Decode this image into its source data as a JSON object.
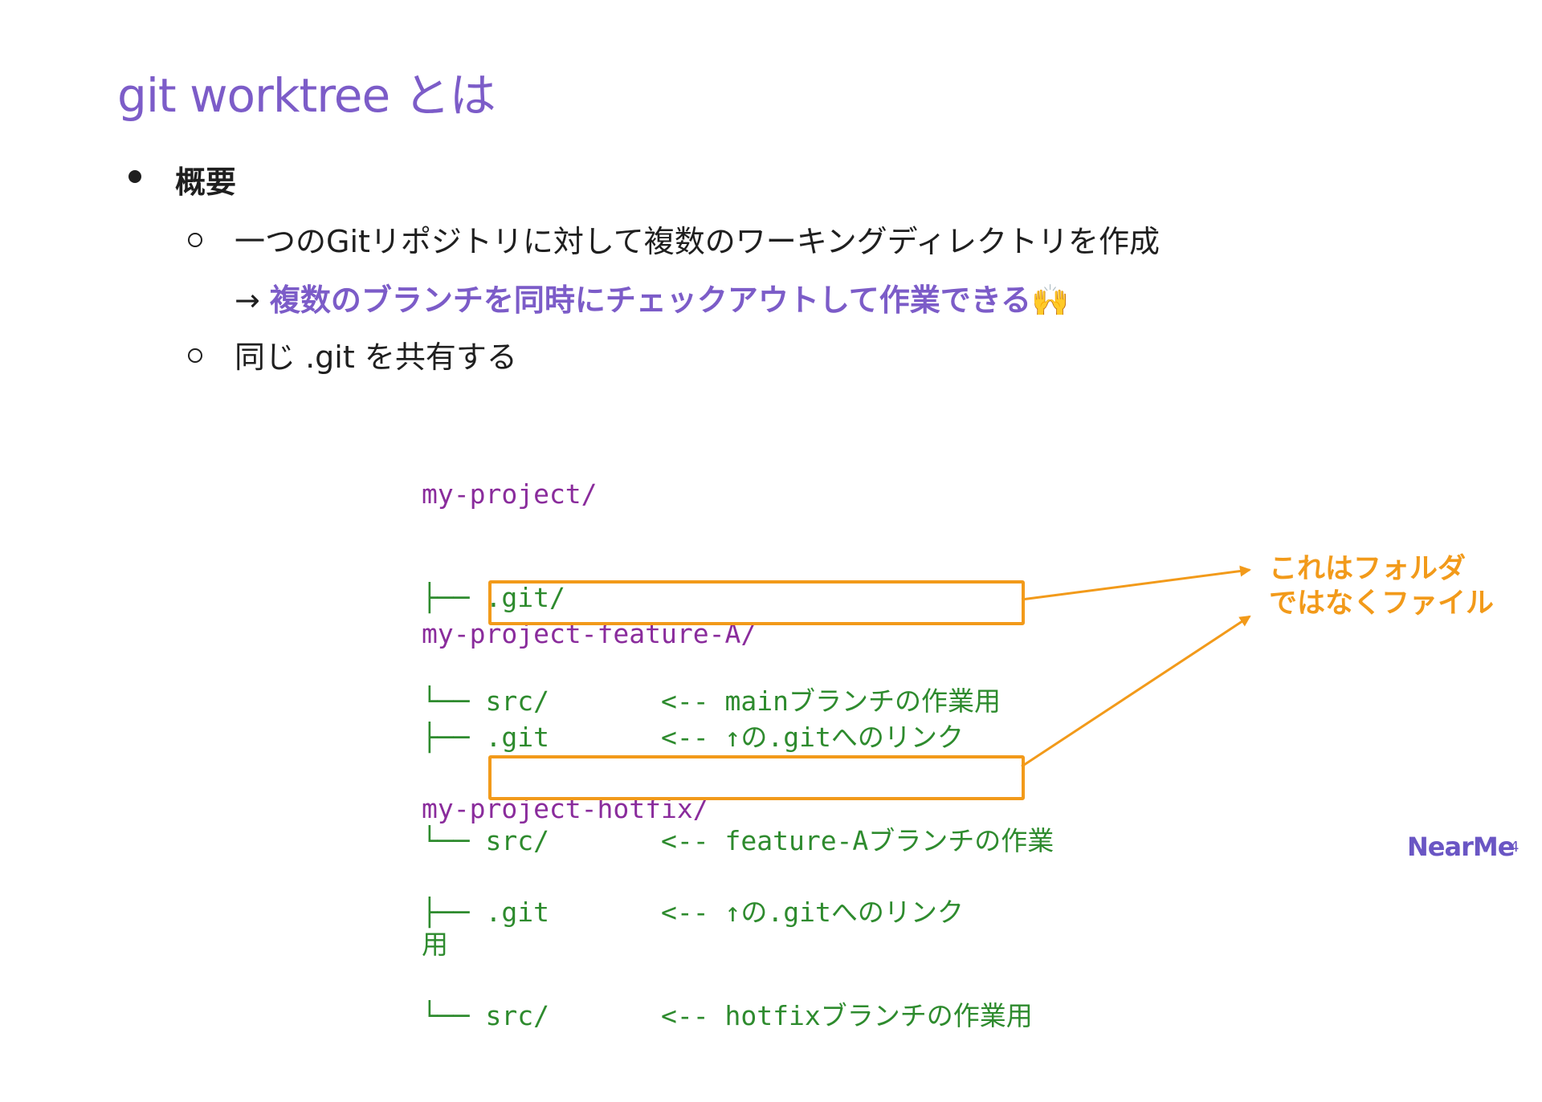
{
  "title": "git worktree とは",
  "bullet": {
    "heading": "概要",
    "items": [
      {
        "text": "一つのGitリポジトリに対して複数のワーキングディレクトリを作成"
      },
      {
        "text": "同じ .git を共有する"
      }
    ],
    "arrow_prefix": "→ ",
    "arrow_highlight": "複数のブランチを同時にチェックアウトして作業できる",
    "arrow_emoji": "🙌"
  },
  "tree": {
    "block1": {
      "dir": "my-project/",
      "line1": "├── .git/",
      "line2": "└── src/       <-- mainブランチの作業用"
    },
    "block2": {
      "dir": "my-project-feature-A/",
      "line1": "├── .git       <-- ↑の.gitへのリンク",
      "line2": "└── src/       <-- feature-Aブランチの作業",
      "wrap": "用"
    },
    "block3": {
      "dir": "my-project-hotfix/",
      "line1": "├── .git       <-- ↑の.gitへのリンク",
      "line2": "└── src/       <-- hotfixブランチの作業用"
    }
  },
  "note": {
    "line1": "これはフォルダ",
    "line2": "ではなくファイル"
  },
  "footer": {
    "logo": "NearMe",
    "page": "4"
  },
  "colors": {
    "title": "#7c5cc8",
    "highlight": "#7c5cc8",
    "tree_dir": "#8a2c9c",
    "tree_file": "#2e8b2e",
    "accent_orange": "#f29a1a",
    "logo": "#6a56c4"
  }
}
